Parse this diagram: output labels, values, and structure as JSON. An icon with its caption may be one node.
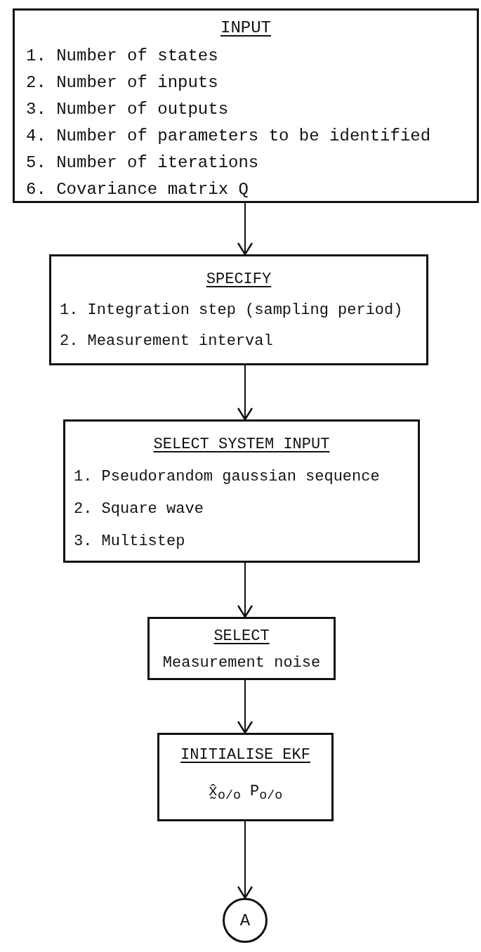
{
  "diagram": {
    "nodes": [
      {
        "text": [
          "INPUT",
          "1. Number of states",
          "2. Number of inputs",
          "3. Number of outputs",
          "4. Number of parameters to be identified",
          "5. Number of iterations",
          "6. Covariance matrix Q"
        ]
      },
      {
        "text": [
          "SPECIFY",
          "1. Integration step (sampling period)",
          "2. Measurement interval"
        ]
      },
      {
        "text": [
          "SELECT SYSTEM INPUT",
          "1. Pseudorandom gaussian sequence",
          "2. Square wave",
          "3. Multistep"
        ]
      },
      {
        "text": [
          "SELECT",
          "Measurement noise"
        ]
      },
      {
        "text": [
          "INITIALISE EKF",
          "x̰̂$_{o/o}$ P$_{o/o}$"
        ]
      },
      {
        "text": [
          "A"
        ]
      }
    ],
    "edges": [
      {
        "from": 0,
        "to": 1,
        "arrow": "to"
      },
      {
        "from": 1,
        "to": 2,
        "arrow": "to"
      },
      {
        "from": 2,
        "to": 3,
        "arrow": "to"
      },
      {
        "from": 3,
        "to": 4,
        "arrow": "to"
      },
      {
        "from": 4,
        "to": 5,
        "arrow": "to"
      }
    ]
  }
}
